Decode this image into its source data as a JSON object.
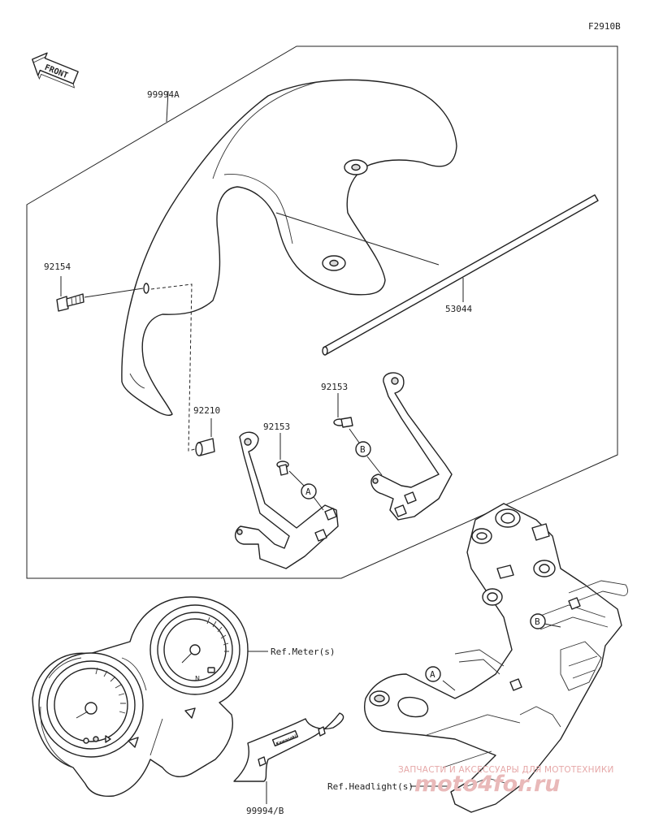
{
  "diagram": {
    "code": "F2910B",
    "front_label": "FRONT",
    "parts": {
      "windshield": "99994A",
      "bolt": "92154",
      "spacer": "92210",
      "screw_a": "92153",
      "screw_b": "92153",
      "rod": "53044",
      "emblem": "99994/B"
    },
    "markers": {
      "a": "A",
      "b": "B",
      "c": "A",
      "d": "B"
    },
    "refs": {
      "meter": "Ref.Meter(s)",
      "headlight": "Ref.Headlight(s)"
    },
    "meter_marks": {
      "neutral": "N"
    },
    "emblem_text": "Kawasaki"
  },
  "watermark": {
    "caption": "ЗАПЧАСТИ И АКСЕССУАРЫ ДЛЯ МОТОТЕХНИКИ",
    "site": "moto4for.ru"
  }
}
